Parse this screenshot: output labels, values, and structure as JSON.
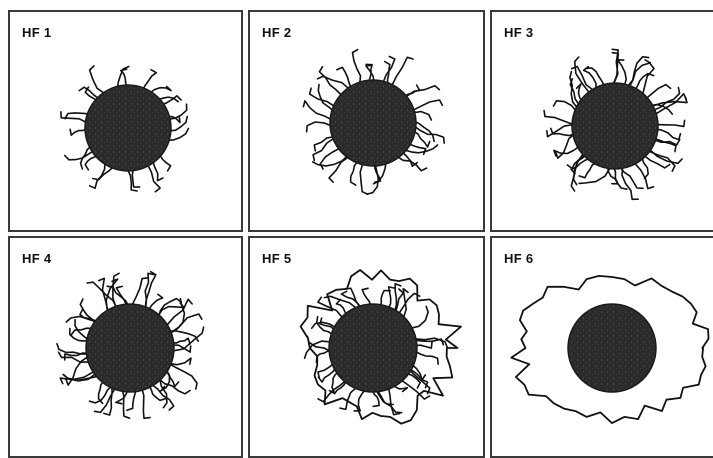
{
  "figure": {
    "panels": [
      {
        "label": "HF 1",
        "stage": 1
      },
      {
        "label": "HF 2",
        "stage": 2
      },
      {
        "label": "HF 3",
        "stage": 3
      },
      {
        "label": "HF 4",
        "stage": 4
      },
      {
        "label": "HF 5",
        "stage": 5
      },
      {
        "label": "HF 6",
        "stage": 6
      }
    ],
    "colors": {
      "border": "#3a3a3a",
      "nucleus": "#2b2b2b",
      "ink": "#111111",
      "background": "#ffffff"
    }
  }
}
